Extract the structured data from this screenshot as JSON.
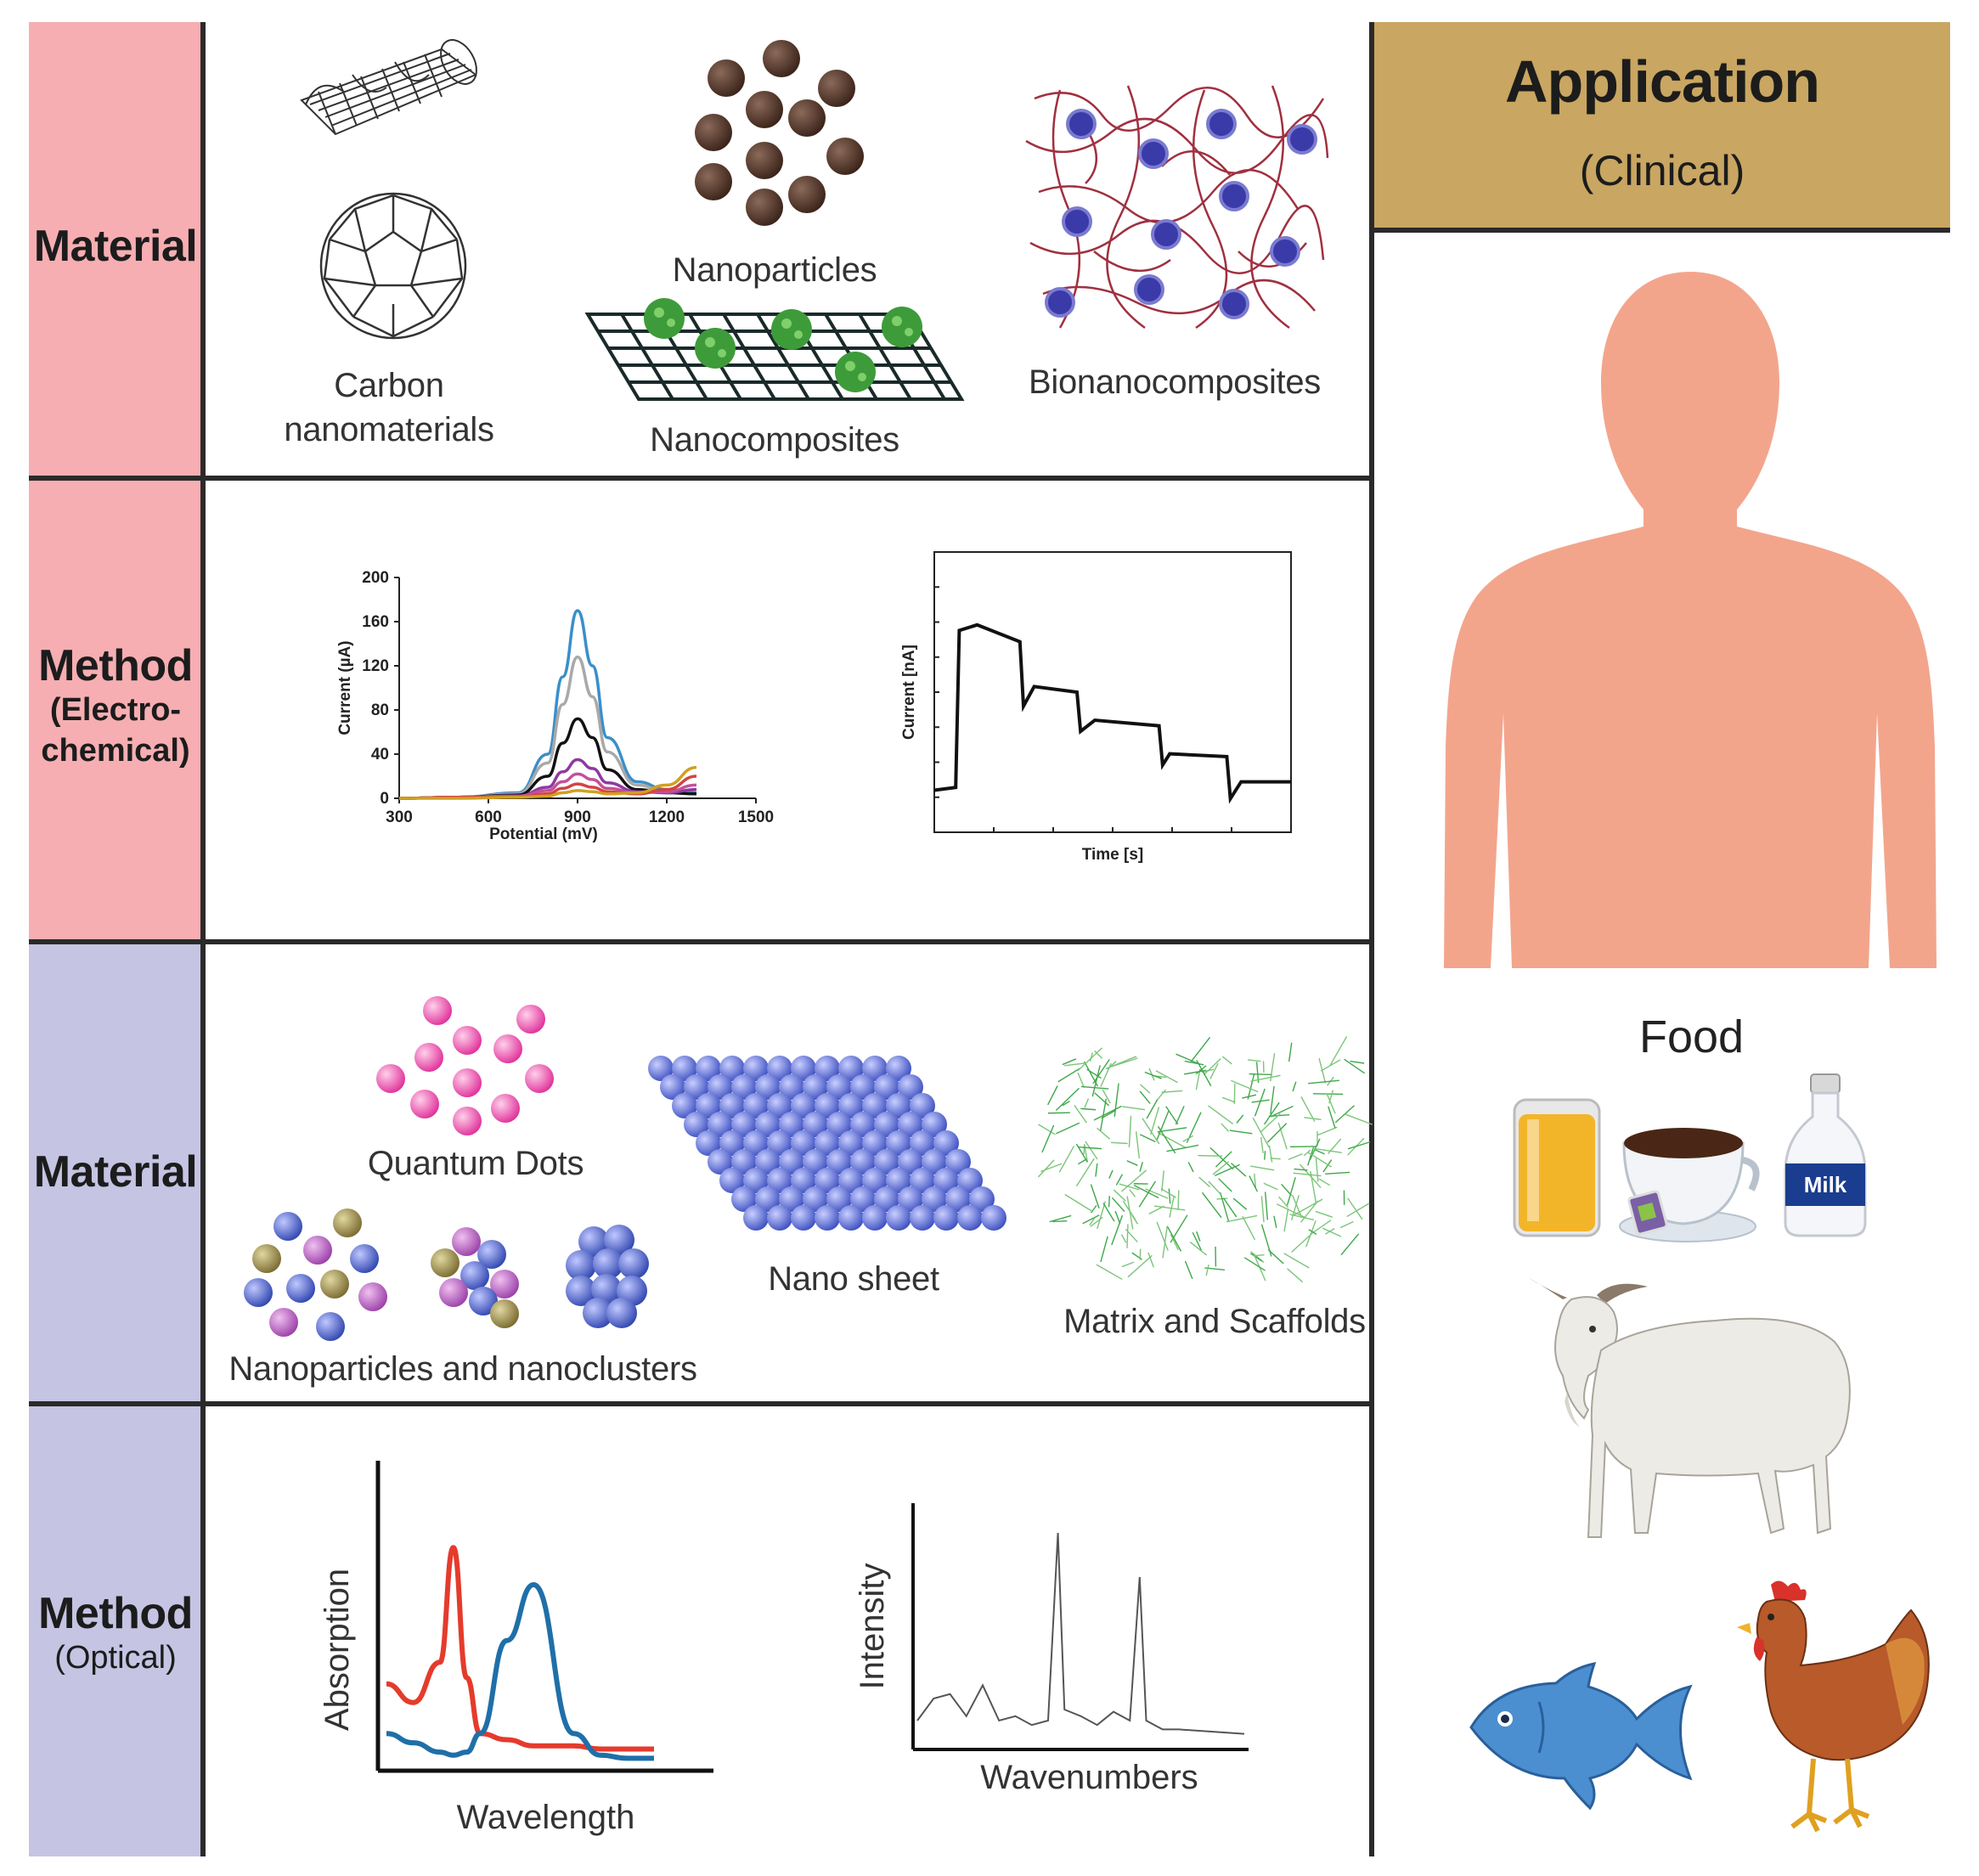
{
  "left_bands": [
    {
      "main": "Material",
      "sub": "",
      "color": "#f6aeb2"
    },
    {
      "main": "Method",
      "sub": "(Electro-\nchemical)",
      "color": "#f6aeb2"
    },
    {
      "main": "Material",
      "sub": "",
      "color": "#c5c4e3"
    },
    {
      "main": "Method",
      "sub": "(Optical)",
      "color": "#c5c4e3"
    }
  ],
  "row1": {
    "carbon_caption_line1": "Carbon",
    "carbon_caption_line2": "nanomaterials",
    "nanoparticles_caption": "Nanoparticles",
    "nanocomposites_caption": "Nanocomposites",
    "bionanocomposites_caption": "Bionanocomposites"
  },
  "row2": {
    "chart_left": {
      "ylabel": "Current (µA)",
      "xlabel": "Potential (mV)",
      "yticks": [
        "200",
        "160",
        "120",
        "80",
        "40",
        "0"
      ],
      "xticks": [
        "300",
        "600",
        "900",
        "1200",
        "1500"
      ]
    },
    "chart_right": {
      "ylabel": "Current [nA]",
      "xlabel": "Time [s]"
    }
  },
  "row3": {
    "quantum_dots_caption": "Quantum Dots",
    "nano_sheet_caption": "Nano sheet",
    "matrix_caption": "Matrix and Scaffolds",
    "nanoclusters_caption": "Nanoparticles and nanoclusters"
  },
  "row4": {
    "absorption_ylabel": "Absorption",
    "absorption_xlabel": "Wavelength",
    "intensity_ylabel": "Intensity",
    "intensity_xlabel": "Wavenumbers"
  },
  "application": {
    "title": "Application",
    "subtitle": "(Clinical)",
    "header_color": "#c9a661",
    "food_label": "Food",
    "milk_label": "Milk"
  },
  "chart_data": [
    {
      "type": "line",
      "title": "",
      "xlabel": "Potential (mV)",
      "ylabel": "Current (µA)",
      "xlim": [
        300,
        1500
      ],
      "ylim": [
        0,
        200
      ],
      "x": [
        300,
        500,
        700,
        800,
        850,
        900,
        950,
        1000,
        1100,
        1200,
        1300
      ],
      "series": [
        {
          "color": "#3a8fc9",
          "values": [
            0,
            1,
            5,
            40,
            110,
            170,
            120,
            55,
            15,
            8,
            5
          ]
        },
        {
          "color": "#a9a9a9",
          "values": [
            0,
            1,
            4,
            32,
            85,
            128,
            92,
            42,
            12,
            6,
            4
          ]
        },
        {
          "color": "#111111",
          "values": [
            0,
            1,
            3,
            20,
            50,
            72,
            55,
            26,
            8,
            5,
            4
          ]
        },
        {
          "color": "#8e3a9f",
          "values": [
            0,
            1,
            2,
            10,
            24,
            35,
            27,
            14,
            6,
            5,
            8
          ]
        },
        {
          "color": "#c44f9a",
          "values": [
            0,
            1,
            2,
            7,
            15,
            22,
            17,
            9,
            5,
            6,
            12
          ]
        },
        {
          "color": "#d24444",
          "values": [
            0,
            1,
            1,
            4,
            9,
            13,
            10,
            6,
            4,
            8,
            20
          ]
        },
        {
          "color": "#d0a020",
          "values": [
            0,
            0,
            1,
            2,
            5,
            7,
            6,
            4,
            5,
            12,
            28
          ]
        }
      ]
    },
    {
      "type": "line",
      "title": "",
      "xlabel": "Time [s]",
      "ylabel": "Current [nA]",
      "series": [
        {
          "color": "#111111",
          "x": [
            0,
            0.06,
            0.07,
            0.12,
            0.24,
            0.25,
            0.28,
            0.4,
            0.41,
            0.45,
            0.63,
            0.64,
            0.66,
            0.82,
            0.83,
            0.86,
            1.0
          ],
          "values": [
            0.15,
            0.16,
            0.72,
            0.74,
            0.68,
            0.45,
            0.52,
            0.5,
            0.36,
            0.4,
            0.38,
            0.24,
            0.28,
            0.27,
            0.12,
            0.18,
            0.18
          ]
        }
      ]
    },
    {
      "type": "line",
      "title": "",
      "xlabel": "Wavelength",
      "ylabel": "Absorption",
      "x": [
        0,
        0.1,
        0.2,
        0.25,
        0.3,
        0.35,
        0.45,
        0.55,
        0.7,
        0.8,
        0.9,
        1.0
      ],
      "series": [
        {
          "color": "#e53b2c",
          "values": [
            0.28,
            0.22,
            0.35,
            0.72,
            0.3,
            0.12,
            0.1,
            0.08,
            0.08,
            0.07,
            0.07,
            0.07
          ]
        },
        {
          "color": "#1f6fa8",
          "values": [
            0.12,
            0.09,
            0.06,
            0.05,
            0.06,
            0.12,
            0.42,
            0.6,
            0.12,
            0.05,
            0.04,
            0.04
          ]
        }
      ]
    },
    {
      "type": "line",
      "title": "",
      "xlabel": "Wavenumbers",
      "ylabel": "Intensity",
      "x": [
        0,
        0.05,
        0.1,
        0.15,
        0.2,
        0.25,
        0.3,
        0.35,
        0.4,
        0.43,
        0.45,
        0.5,
        0.55,
        0.6,
        0.65,
        0.68,
        0.7,
        0.75,
        0.8,
        0.9,
        1.0
      ],
      "series": [
        {
          "color": "#555555",
          "values": [
            0.1,
            0.2,
            0.22,
            0.12,
            0.26,
            0.1,
            0.12,
            0.08,
            0.1,
            0.95,
            0.15,
            0.12,
            0.08,
            0.14,
            0.1,
            0.75,
            0.1,
            0.06,
            0.06,
            0.05,
            0.04
          ]
        }
      ]
    }
  ]
}
